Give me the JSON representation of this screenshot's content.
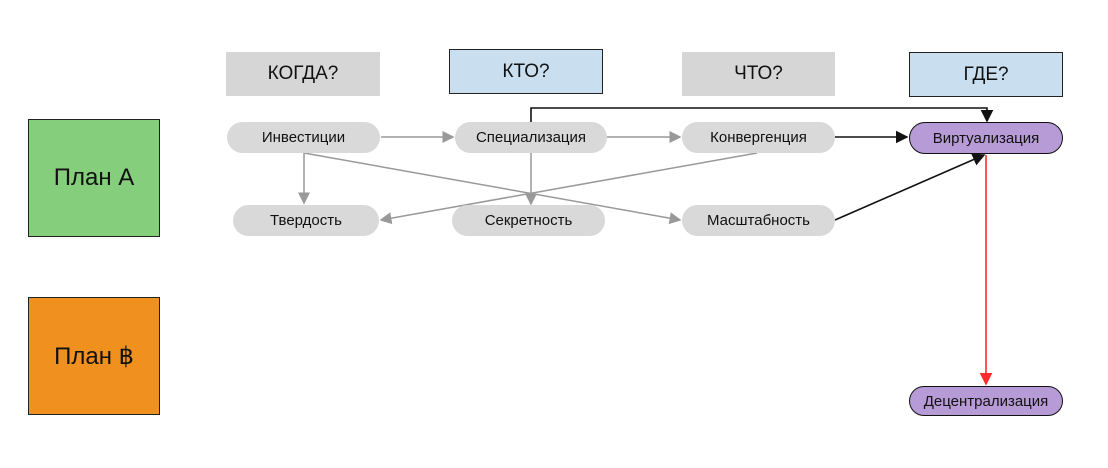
{
  "headers": [
    "КОГДА?",
    "КТО?",
    "ЧТО?",
    "ГДЕ?"
  ],
  "plans": {
    "a": "План А",
    "b": "План ฿"
  },
  "nodes": {
    "investments": "Инвестиции",
    "specialization": "Специализация",
    "convergence": "Конвергенция",
    "virtualization": "Виртуализация",
    "hardness": "Твердость",
    "secrecy": "Секретность",
    "scalability": "Масштабность",
    "decentralization": "Децентрализация"
  },
  "colors": {
    "plan_a": "#85ce7c",
    "plan_b": "#f0901f",
    "highlight": "#b79bd6",
    "header_blue": "#c9dff0",
    "edge_red": "#ff2a2a"
  }
}
